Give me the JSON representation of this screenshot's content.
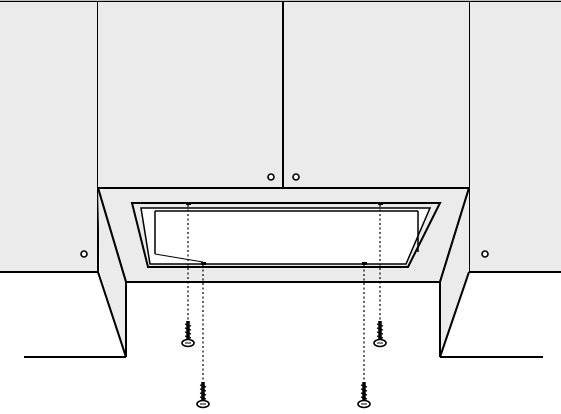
{
  "colors": {
    "background": "#ffffff",
    "cabinet_fill": "#ebebeb",
    "line": "#000000"
  },
  "parts": {
    "cabinets": [
      "left-cabinet",
      "upper-center-cabinet-left-door",
      "upper-center-cabinet-right-door",
      "right-cabinet"
    ],
    "hood": "range-hood-insert",
    "screws": [
      "screw-upper-left",
      "screw-upper-right",
      "screw-lower-left",
      "screw-lower-right"
    ]
  }
}
